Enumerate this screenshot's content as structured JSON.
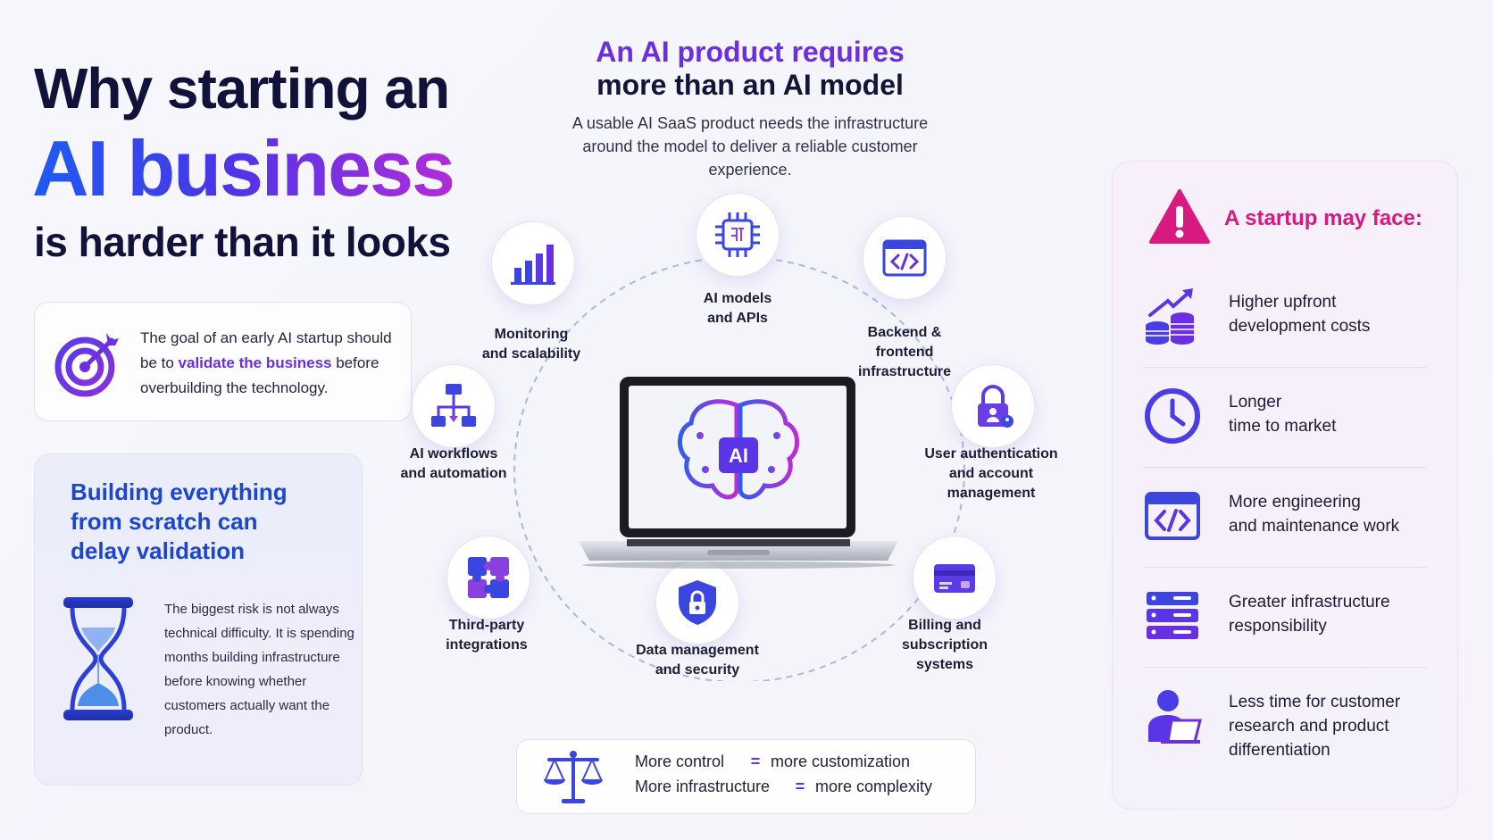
{
  "hero": {
    "line1": "Why starting an",
    "line2": "AI business",
    "line3": "is harder than it looks"
  },
  "goal": {
    "text_before": "The goal of an early AI startup should be to ",
    "highlight": "validate the business",
    "text_after": " before overbuilding the technology."
  },
  "building": {
    "title": "Building everything from scratch can delay validation",
    "body": "The biggest risk is not always technical difficulty. It is spending months building infrastructure before knowing whether customers actually want the product."
  },
  "center": {
    "title_1": "An AI product requires",
    "title_2": "more than an AI model",
    "subtitle": "A usable AI SaaS product needs the infrastructure around the model to deliver a reliable customer experience.",
    "laptop_badge": "AI",
    "nodes": [
      {
        "label_1": "AI models",
        "label_2": "and APIs",
        "label_3": ""
      },
      {
        "label_1": "Backend &",
        "label_2": "frontend",
        "label_3": "infrastructure"
      },
      {
        "label_1": "User authentication",
        "label_2": "and account",
        "label_3": "management"
      },
      {
        "label_1": "Billing and",
        "label_2": "subscription",
        "label_3": "systems"
      },
      {
        "label_1": "Data management",
        "label_2": "and security",
        "label_3": ""
      },
      {
        "label_1": "Third-party",
        "label_2": "integrations",
        "label_3": ""
      },
      {
        "label_1": "AI workflows",
        "label_2": "and automation",
        "label_3": ""
      },
      {
        "label_1": "Monitoring",
        "label_2": "and scalability",
        "label_3": ""
      }
    ]
  },
  "balance": {
    "row1_left": "More control",
    "row1_eq": "=",
    "row1_right": "more customization",
    "row2_left": "More infrastructure",
    "row2_eq": "=",
    "row2_right": "more complexity"
  },
  "risks": {
    "title": "A startup may face:",
    "items": [
      {
        "line1": "Higher upfront",
        "line2": "development costs",
        "line3": ""
      },
      {
        "line1": "Longer",
        "line2": "time to market",
        "line3": ""
      },
      {
        "line1": "More engineering",
        "line2": "and maintenance work",
        "line3": ""
      },
      {
        "line1": "Greater infrastructure",
        "line2": "responsibility",
        "line3": ""
      },
      {
        "line1": "Less time for customer",
        "line2": "research and product",
        "line3": "differentiation"
      }
    ]
  },
  "colors": {
    "accent_purple": "#6b2ee0",
    "accent_blue": "#1d5cf2",
    "warning_pink": "#d8197f",
    "title_navy": "#11123a"
  },
  "icons": {
    "goal": "target-icon",
    "building": "hourglass-icon",
    "balance": "scale-icon",
    "risk_header": "warning-icon"
  }
}
